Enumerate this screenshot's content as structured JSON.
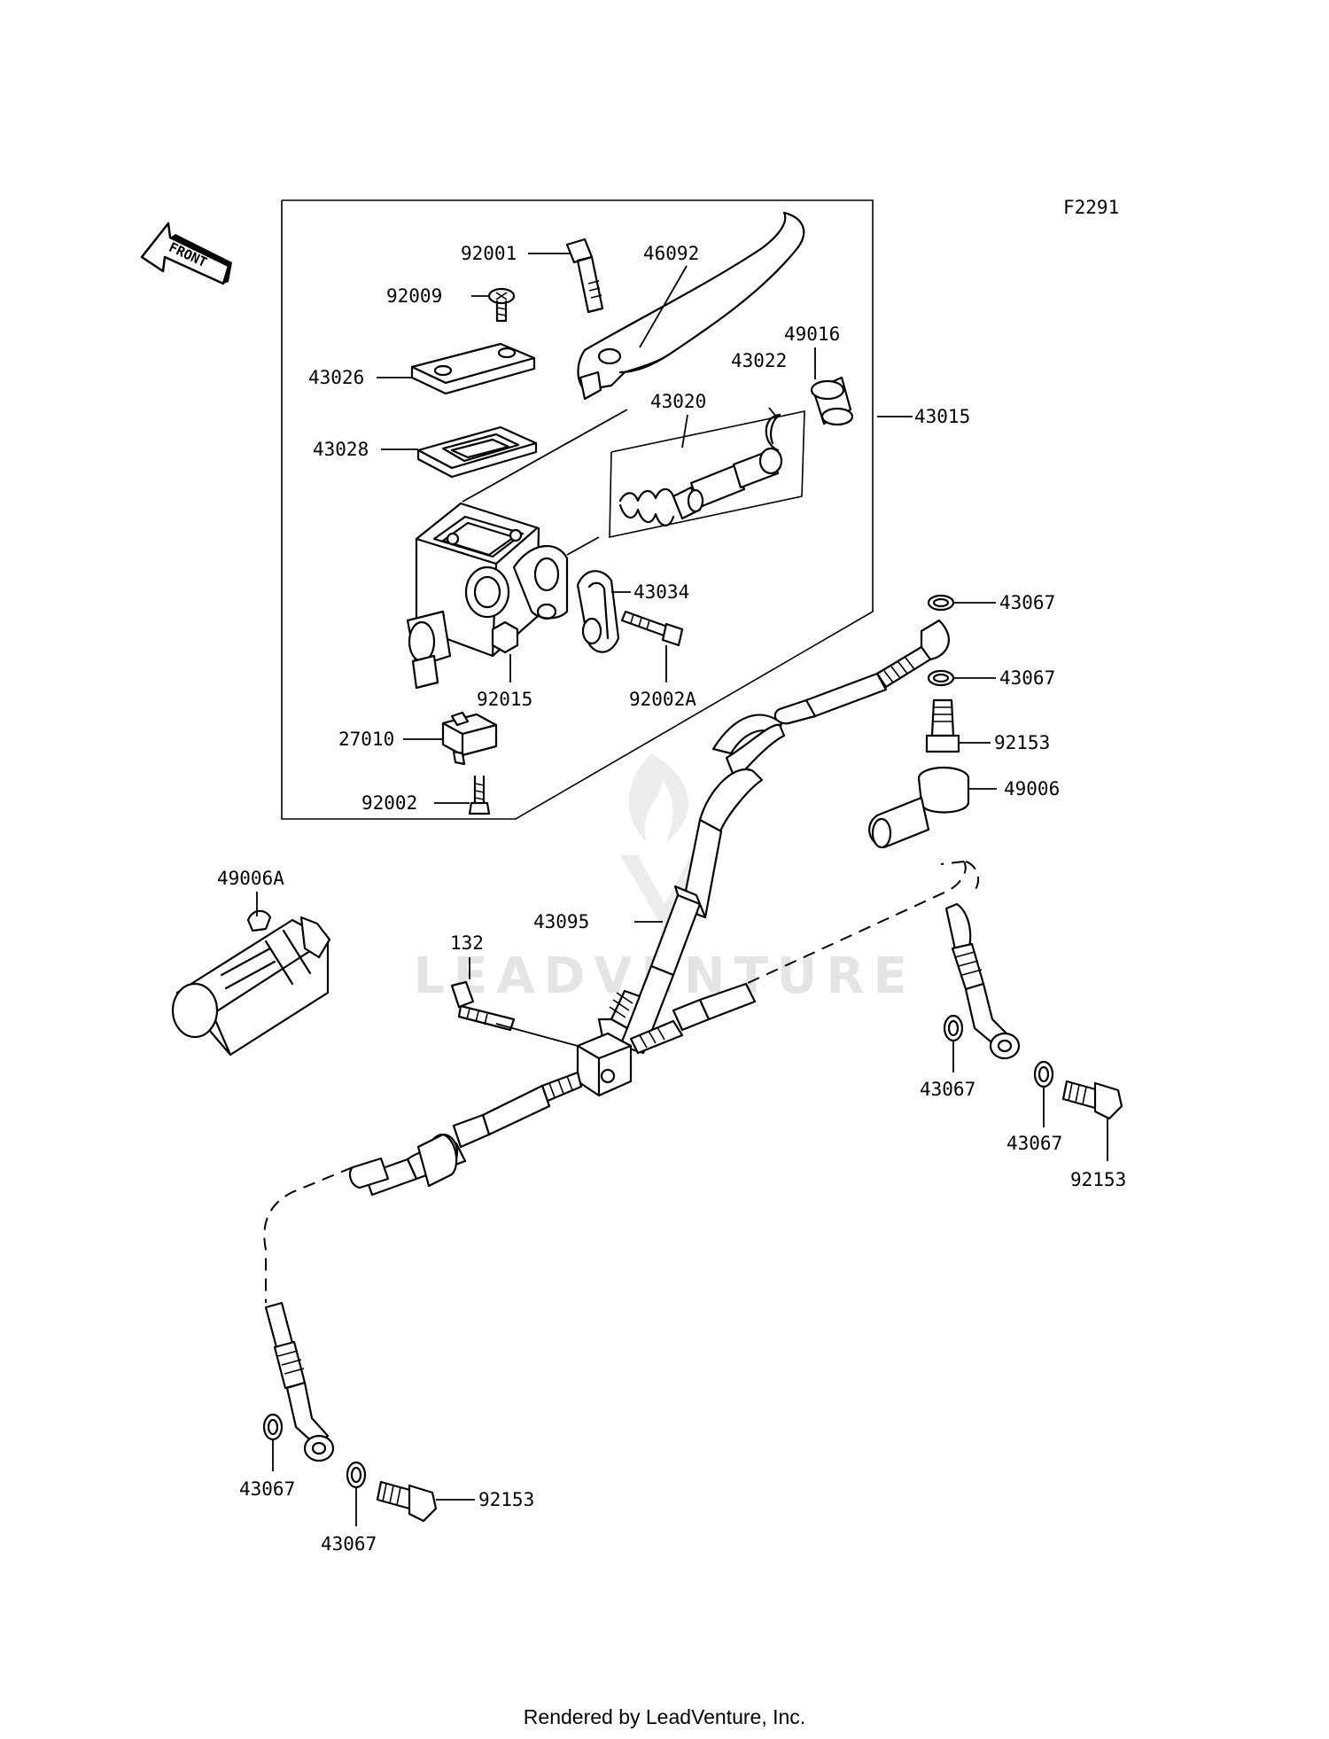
{
  "figure_code": "F2291",
  "front_label": "FRONT",
  "watermark": "LEADVENTURE",
  "footer": "Rendered by LeadVenture, Inc.",
  "callouts": [
    {
      "id": "c-92001",
      "text": "92001"
    },
    {
      "id": "c-46092",
      "text": "46092"
    },
    {
      "id": "c-92009",
      "text": "92009"
    },
    {
      "id": "c-49016",
      "text": "49016"
    },
    {
      "id": "c-43022",
      "text": "43022"
    },
    {
      "id": "c-43026",
      "text": "43026"
    },
    {
      "id": "c-43020",
      "text": "43020"
    },
    {
      "id": "c-43015",
      "text": "43015"
    },
    {
      "id": "c-43028",
      "text": "43028"
    },
    {
      "id": "c-43034",
      "text": "43034"
    },
    {
      "id": "c-43067-a",
      "text": "43067"
    },
    {
      "id": "c-43067-b",
      "text": "43067"
    },
    {
      "id": "c-92015",
      "text": "92015"
    },
    {
      "id": "c-92002A",
      "text": "92002A"
    },
    {
      "id": "c-92153-a",
      "text": "92153"
    },
    {
      "id": "c-27010",
      "text": "27010"
    },
    {
      "id": "c-49006",
      "text": "49006"
    },
    {
      "id": "c-92002",
      "text": "92002"
    },
    {
      "id": "c-49006A",
      "text": "49006A"
    },
    {
      "id": "c-132",
      "text": "132"
    },
    {
      "id": "c-43095",
      "text": "43095"
    },
    {
      "id": "c-43067-c",
      "text": "43067"
    },
    {
      "id": "c-43067-d",
      "text": "43067"
    },
    {
      "id": "c-92153-b",
      "text": "92153"
    },
    {
      "id": "c-43067-e",
      "text": "43067"
    },
    {
      "id": "c-92153-c",
      "text": "92153"
    },
    {
      "id": "c-43067-f",
      "text": "43067"
    }
  ]
}
